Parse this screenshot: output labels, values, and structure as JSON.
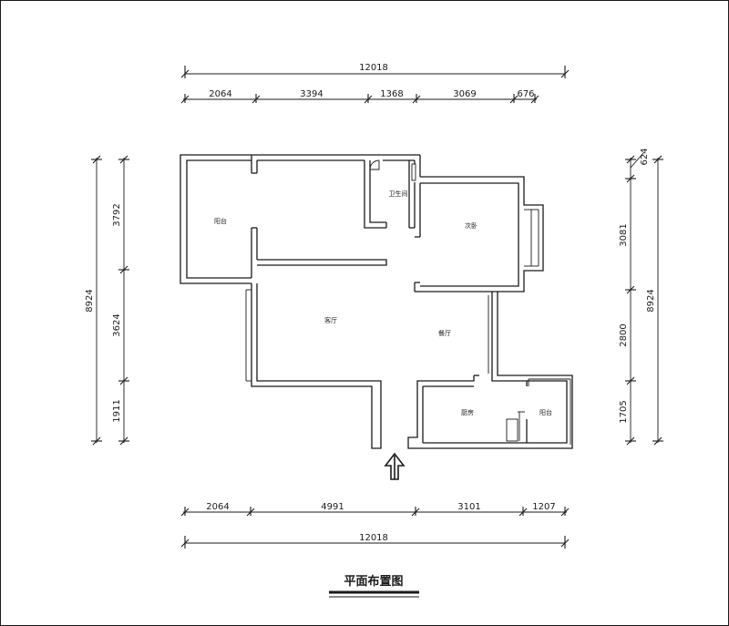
{
  "title": "平面布置图",
  "dimensions": {
    "top_total": "12018",
    "top_segments": [
      "2064",
      "3394",
      "1368",
      "3069",
      "676"
    ],
    "bottom_total": "12018",
    "bottom_segments": [
      "2064",
      "4991",
      "3101",
      "1207"
    ],
    "left_total": "8924",
    "left_segments": [
      "3792",
      "3624",
      "1911"
    ],
    "right_total": "8924",
    "right_segments": [
      "624",
      "3081",
      "2800",
      "1705"
    ]
  },
  "rooms": {
    "balcony_west": "阳台",
    "bathroom": "卫生间",
    "second_bedroom": "次卧",
    "living_room": "客厅",
    "dining_room": "餐厅",
    "kitchen": "厨房",
    "balcony_east": "阳台"
  },
  "entrance_arrow": "entrance-arrow-icon"
}
